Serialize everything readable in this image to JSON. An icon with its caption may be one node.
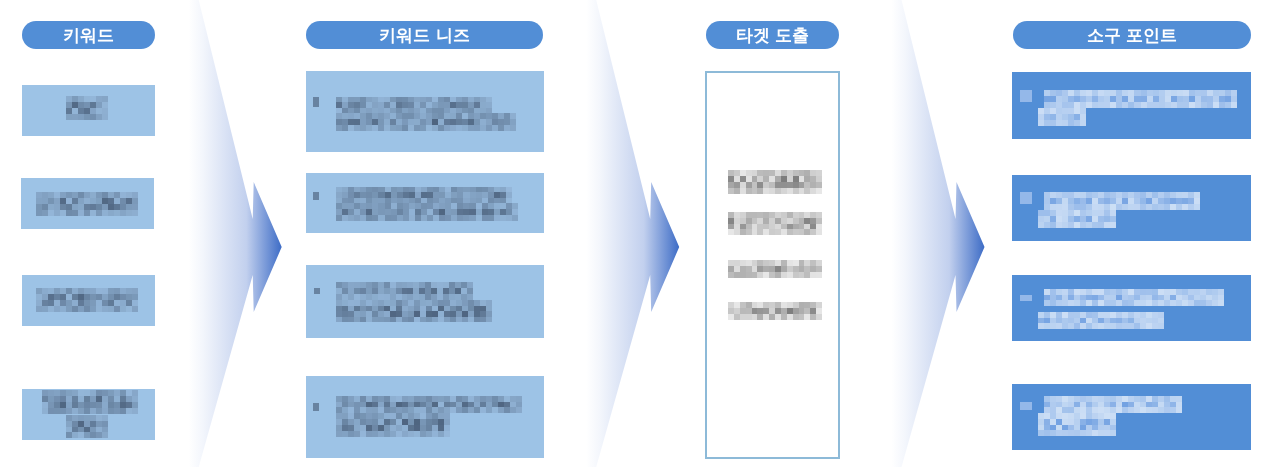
{
  "diagram": {
    "nodes": [
      {
        "text": [
          "키워드"
        ]
      },
      {
        "text": [],
        "shape": "box"
      },
      {
        "text": [],
        "shape": "box"
      },
      {
        "text": [],
        "shape": "box"
      },
      {
        "text": [],
        "shape": "box"
      },
      {
        "text": [
          "키워드 니즈"
        ]
      },
      {
        "text": [],
        "shape": "box"
      },
      {
        "text": [],
        "shape": "box"
      },
      {
        "text": [],
        "shape": "box"
      },
      {
        "text": [],
        "shape": "box"
      },
      {
        "text": [
          "타겟 도출"
        ]
      },
      {
        "text": [],
        "shape": "box"
      },
      {
        "text": [
          "소구 포인트"
        ]
      },
      {
        "text": [],
        "shape": "box"
      },
      {
        "text": [],
        "shape": "box"
      },
      {
        "text": [],
        "shape": "box"
      },
      {
        "text": [],
        "shape": "box"
      }
    ],
    "edges": [
      {
        "from": 2,
        "to": 7,
        "arrow": "to"
      },
      {
        "from": 7,
        "to": 11,
        "arrow": "to"
      },
      {
        "from": 11,
        "to": 14,
        "arrow": "to"
      }
    ]
  }
}
